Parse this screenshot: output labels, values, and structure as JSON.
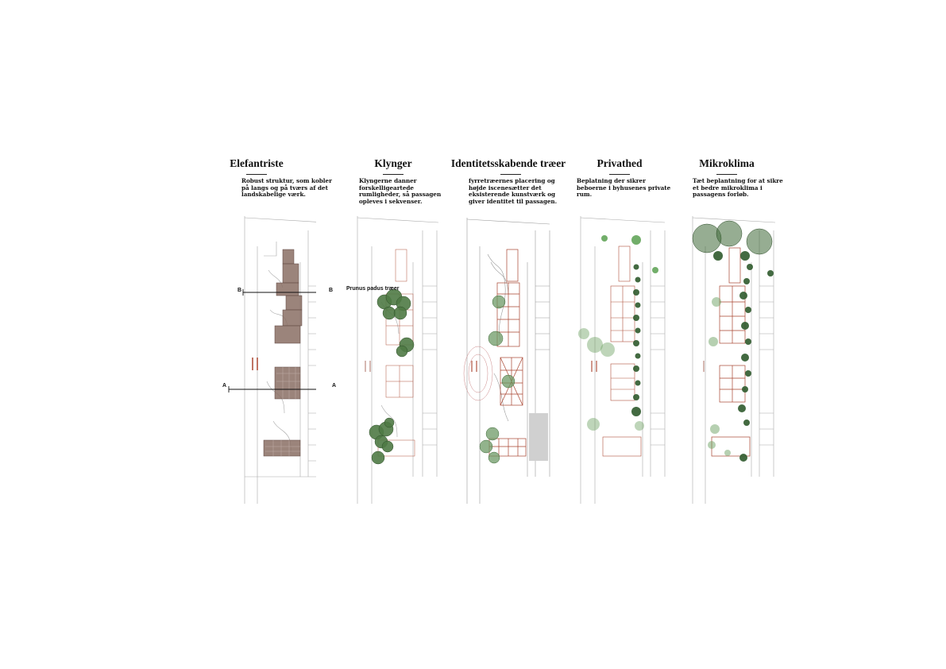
{
  "panels": [
    {
      "title": "Elefantriste",
      "description": "Robust struktur, som kobler på langs og på tværs af det landskabelige værk."
    },
    {
      "title": "Klynger",
      "description": "Klyngerne danner forskelligeartede rumligheder, så passagen opleves i sekvenser.",
      "callout": "Prunus padus træer"
    },
    {
      "title": "Identitetsskabende træer",
      "description": "fyrretræernes placering og højde iscenesætter det eksisterende kunstværk og giver identitet til passagen."
    },
    {
      "title": "Privathed",
      "description": "Beplatning der sikrer beboerne i byhusenes private rum."
    },
    {
      "title": "Mikroklima",
      "description": "Tæt beplantning for at sikre et bedre mikroklima i passagens forløb."
    }
  ],
  "section_marks": {
    "a": "A",
    "b": "B"
  },
  "colors": {
    "structure": "#8a6e64",
    "grid": "#b0523e",
    "tree": "#4f7a45",
    "tree_dark": "#2f5a2c",
    "line": "#9a9a9a"
  }
}
